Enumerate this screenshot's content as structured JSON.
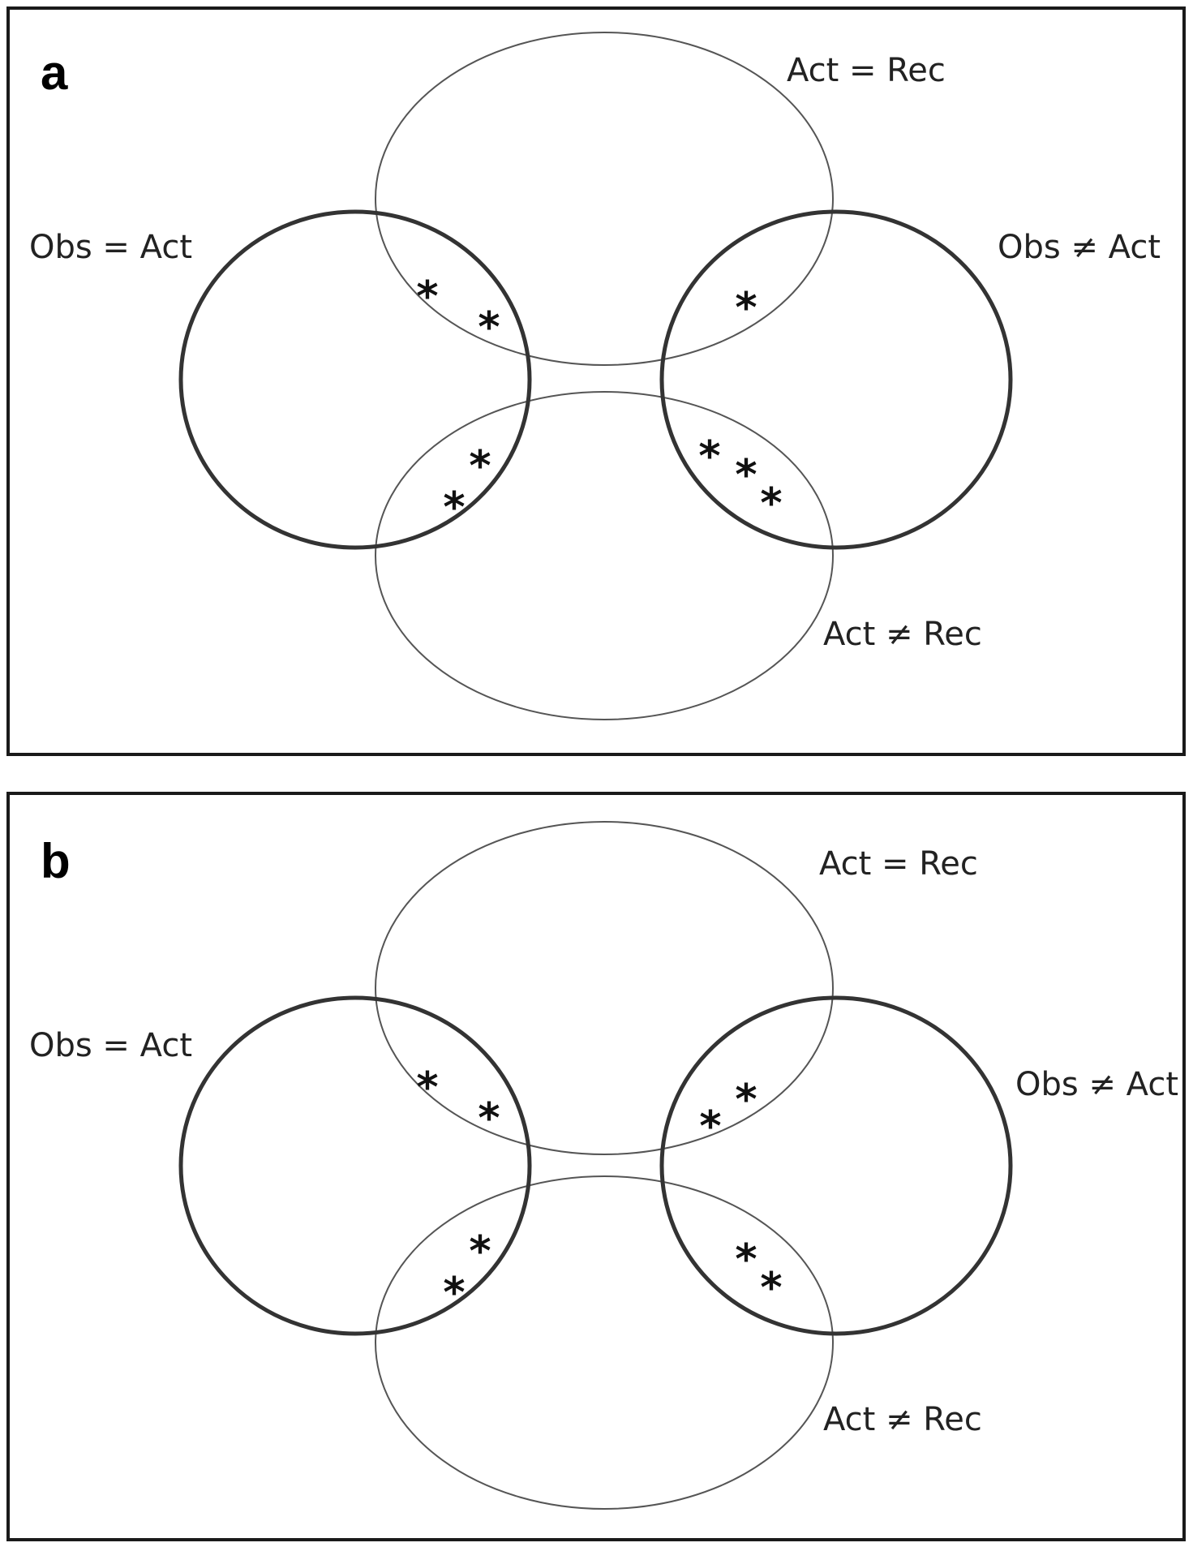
{
  "panels": [
    {
      "letter": "a",
      "labels": {
        "act_eq_rec": "Act = Rec",
        "obs_eq_act": "Obs = Act",
        "obs_ne_act": "Obs ≠ Act",
        "act_ne_rec": "Act ≠ Rec"
      },
      "regions": {
        "obs_eq_act_and_act_eq_rec": {
          "count": 2,
          "symbol": "*"
        },
        "obs_ne_act_and_act_eq_rec": {
          "count": 1,
          "symbol": "*"
        },
        "obs_eq_act_and_act_ne_rec": {
          "count": 2,
          "symbol": "*"
        },
        "obs_ne_act_and_act_ne_rec": {
          "count": 3,
          "symbol": "*"
        }
      }
    },
    {
      "letter": "b",
      "labels": {
        "act_eq_rec": "Act = Rec",
        "obs_eq_act": "Obs = Act",
        "obs_ne_act": "Obs ≠ Act",
        "act_ne_rec": "Act ≠ Rec"
      },
      "regions": {
        "obs_eq_act_and_act_eq_rec": {
          "count": 2,
          "symbol": "*"
        },
        "obs_ne_act_and_act_eq_rec": {
          "count": 2,
          "symbol": "*"
        },
        "obs_eq_act_and_act_ne_rec": {
          "count": 2,
          "symbol": "*"
        },
        "obs_ne_act_and_act_ne_rec": {
          "count": 2,
          "symbol": "*"
        }
      }
    }
  ]
}
